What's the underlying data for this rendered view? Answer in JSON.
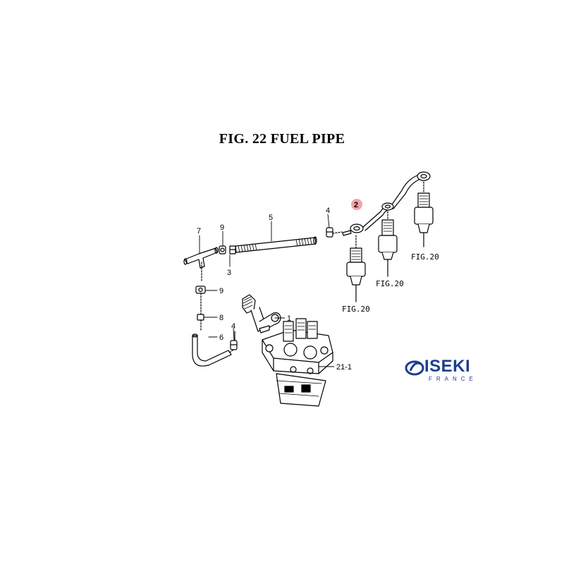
{
  "title": "FIG. 22  FUEL PIPE",
  "callouts": {
    "c1": "1",
    "c2": "2",
    "c3": "3",
    "c4a": "4",
    "c4b": "4",
    "c5": "5",
    "c6": "6",
    "c7": "7",
    "c8": "8",
    "c9a": "9",
    "c9b": "9",
    "c21": "21-1"
  },
  "figure_refs": {
    "ref_a": "FIG.20",
    "ref_b": "FIG.20",
    "ref_c": "FIG.20"
  },
  "highlighted_part": "2",
  "highlight_color": "#f2a3a8",
  "logo": {
    "brand": "ISEKI",
    "sub": "FRANCE",
    "color": "#1b3f8f"
  }
}
